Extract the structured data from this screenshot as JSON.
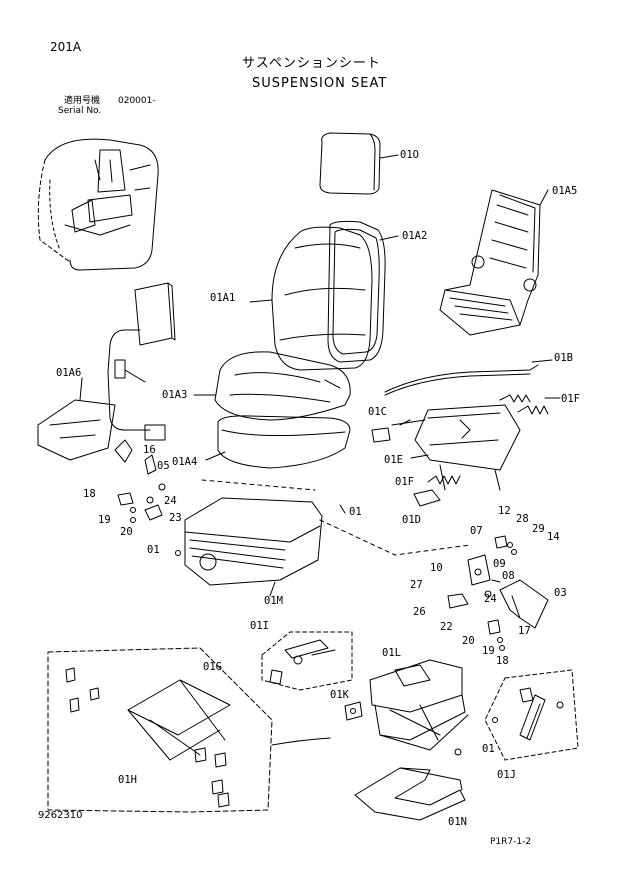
{
  "header": {
    "page_code": "201A",
    "title_jp": "サスペンションシート",
    "title_en": "SUSPENSION SEAT",
    "serial_jp": "適用号機",
    "serial_value": "020001-",
    "serial_en": "Serial No."
  },
  "footer": {
    "drawing_no": "9262310",
    "page_ref": "P1R7-1-2"
  },
  "callouts": {
    "c01O": "01O",
    "c01A2": "01A2",
    "c01A5": "01A5",
    "c01A1": "01A1",
    "c01A6": "01A6",
    "c01A3": "01A3",
    "c01B": "01B",
    "c01F_a": "01F",
    "c01C": "01C",
    "c01E": "01E",
    "c01A4": "01A4",
    "c16": "16",
    "c05": "05",
    "c18a": "18",
    "c24a": "24",
    "c19a": "19",
    "c20a": "20",
    "c23": "23",
    "c01a": "01",
    "c01F_b": "01F",
    "c01D": "01D",
    "c12": "12",
    "c28": "28",
    "c29": "29",
    "c14": "14",
    "c07": "07",
    "c01b": "01",
    "c10": "10",
    "c09": "09",
    "c08": "08",
    "c27": "27",
    "c24b": "24",
    "c03": "03",
    "c26": "26",
    "c01M": "01M",
    "c22": "22",
    "c17": "17",
    "c20b": "20",
    "c19b": "19",
    "c18b": "18",
    "c01I": "01I",
    "c01G": "01G",
    "c01L": "01L",
    "c01K": "01K",
    "c01c": "01",
    "c01J": "01J",
    "c01H": "01H",
    "c01N": "01N"
  }
}
